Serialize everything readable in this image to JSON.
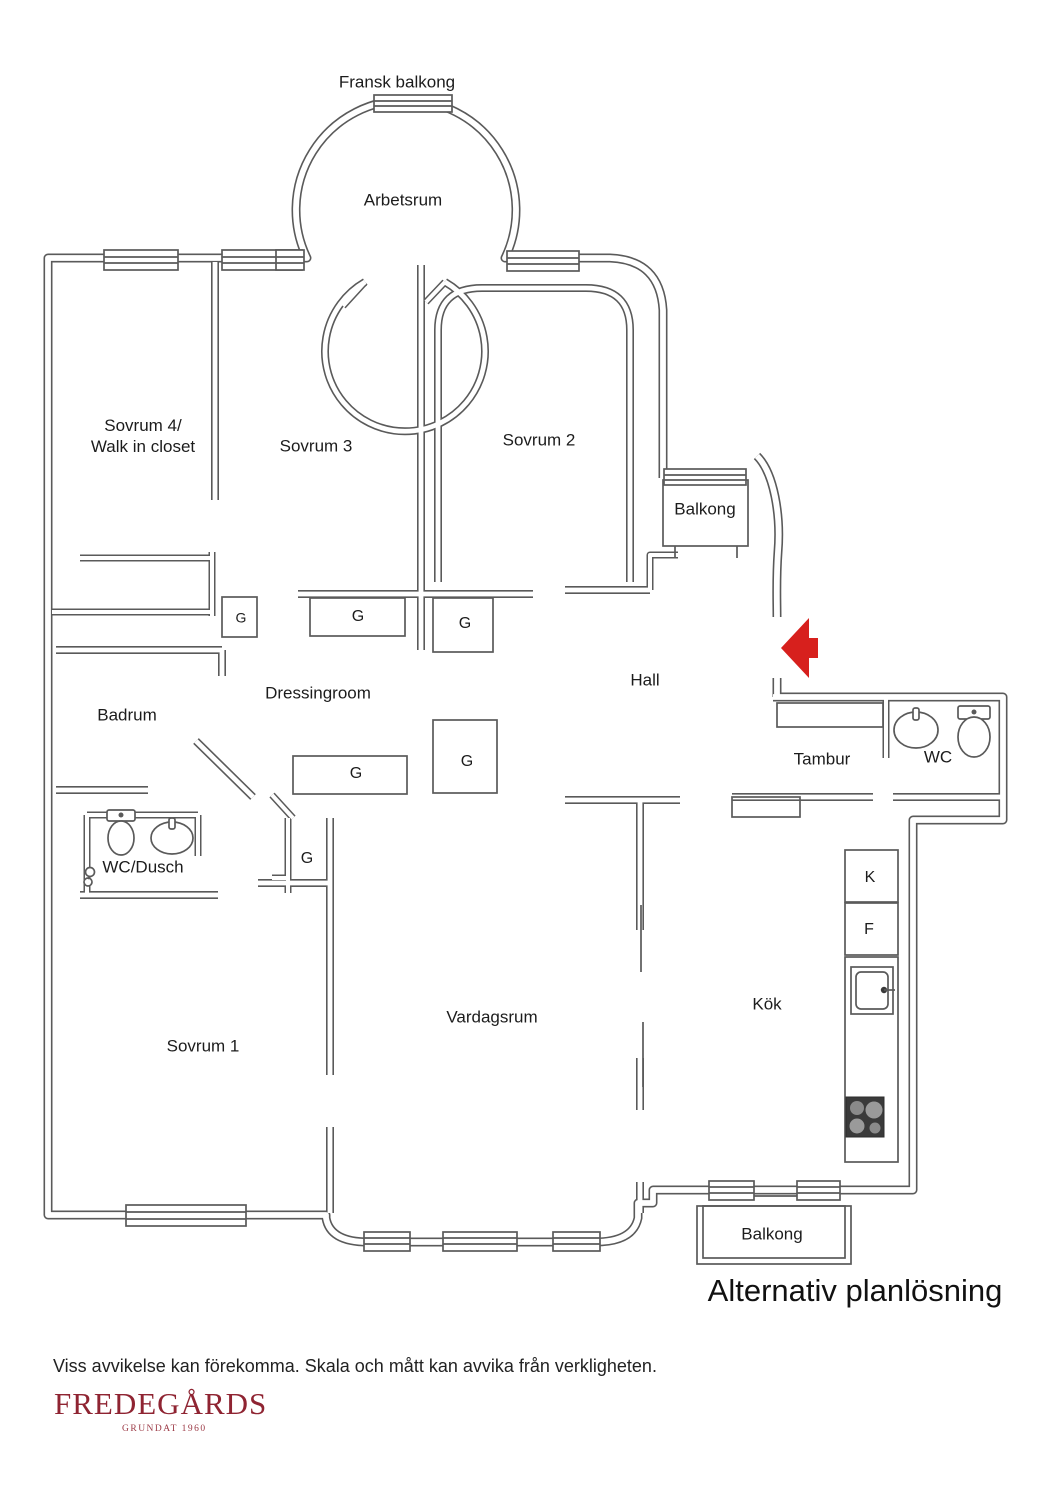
{
  "plan": {
    "labels": {
      "fransk_balkong": "Fransk balkong",
      "arbetsrum": "Arbetsrum",
      "sovrum4_line1": "Sovrum 4/",
      "sovrum4_line2": "Walk in closet",
      "sovrum3": "Sovrum 3",
      "sovrum2": "Sovrum 2",
      "balkong_upper": "Balkong",
      "hall": "Hall",
      "dressingroom": "Dressingroom",
      "badrum": "Badrum",
      "tambur": "Tambur",
      "wc": "WC",
      "wc_dusch": "WC/Dusch",
      "sovrum1": "Sovrum 1",
      "vardagsrum": "Vardagsrum",
      "kok": "Kök",
      "balkong_lower": "Balkong"
    },
    "markers": {
      "closet": "G",
      "fridge": "K",
      "freezer": "F"
    },
    "title": "Alternativ planlösning",
    "disclaimer": "Viss avvikelse kan förekomma. Skala och mått kan avvika från verkligheten.",
    "brand": {
      "name": "FREDEGÅRDS",
      "tagline": "GRUNDAT 1960"
    },
    "colors": {
      "wall": "#5a5a5a",
      "text": "#1c1c1c",
      "arrow_red": "#d7201d",
      "brand_red": "#8f2432"
    }
  }
}
